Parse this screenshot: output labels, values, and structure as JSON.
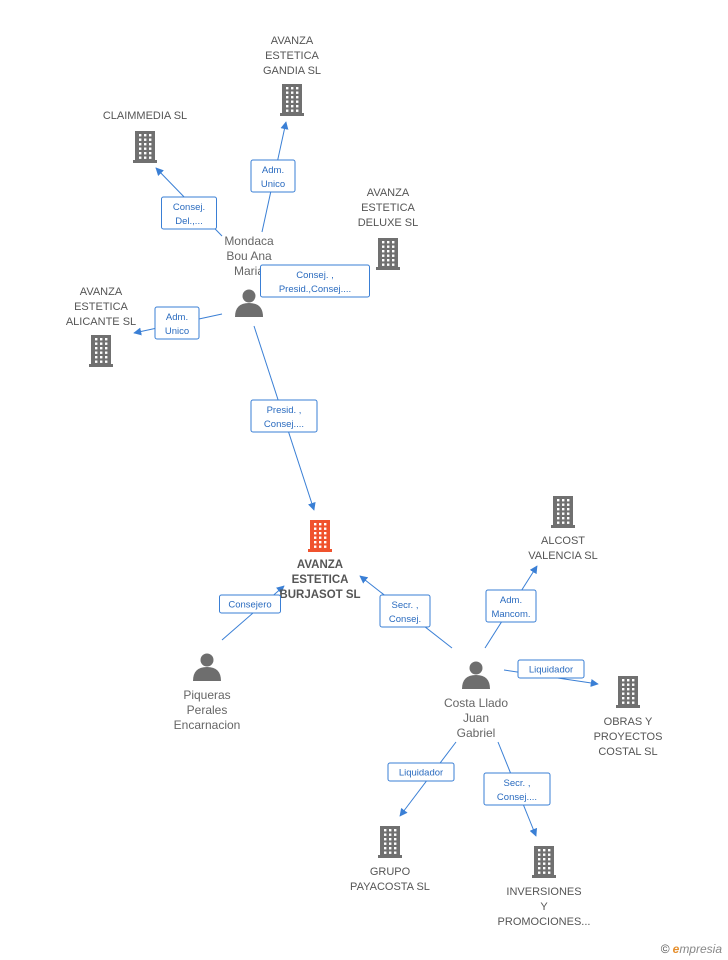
{
  "colors": {
    "edge": "#3a7fd5",
    "company": "#707070",
    "main_company": "#f0522d",
    "person": "#6e6e6e"
  },
  "nodes": [
    {
      "id": "burjasot",
      "kind": "company",
      "main": true,
      "label": [
        "AVANZA",
        "ESTETICA",
        "BURJASOT SL"
      ]
    },
    {
      "id": "gandia",
      "kind": "company",
      "label": [
        "AVANZA",
        "ESTETICA",
        "GANDIA SL"
      ]
    },
    {
      "id": "claimmedia",
      "kind": "company",
      "label": [
        "CLAIMMEDIA SL"
      ]
    },
    {
      "id": "deluxe",
      "kind": "company",
      "label": [
        "AVANZA",
        "ESTETICA",
        "DELUXE SL"
      ]
    },
    {
      "id": "alicante",
      "kind": "company",
      "label": [
        "AVANZA",
        "ESTETICA",
        "ALICANTE SL"
      ]
    },
    {
      "id": "alcost",
      "kind": "company",
      "label": [
        "ALCOST",
        "VALENCIA  SL"
      ]
    },
    {
      "id": "obras",
      "kind": "company",
      "label": [
        "OBRAS Y",
        "PROYECTOS",
        "COSTAL SL"
      ]
    },
    {
      "id": "grupo",
      "kind": "company",
      "label": [
        "GRUPO",
        "PAYACOSTA SL"
      ]
    },
    {
      "id": "inversiones",
      "kind": "company",
      "label": [
        "INVERSIONES",
        "Y",
        "PROMOCIONES..."
      ]
    },
    {
      "id": "mondaca",
      "kind": "person",
      "label": [
        "Mondaca",
        "Bou Ana",
        "Maria"
      ]
    },
    {
      "id": "piqueras",
      "kind": "person",
      "label": [
        "Piqueras",
        "Perales",
        "Encarnacion"
      ]
    },
    {
      "id": "costa",
      "kind": "person",
      "label": [
        "Costa Llado",
        "Juan",
        "Gabriel"
      ]
    }
  ],
  "edges": [
    {
      "from": "mondaca",
      "to": "gandia",
      "label": [
        "Adm.",
        "Unico"
      ]
    },
    {
      "from": "mondaca",
      "to": "claimmedia",
      "label": [
        "Consej.",
        "Del.,..."
      ]
    },
    {
      "from": "mondaca",
      "to": "deluxe",
      "label": [
        "Consej. ,",
        "Presid.,Consej...."
      ]
    },
    {
      "from": "mondaca",
      "to": "alicante",
      "label": [
        "Adm.",
        "Unico"
      ]
    },
    {
      "from": "mondaca",
      "to": "burjasot",
      "label": [
        "Presid. ,",
        "Consej...."
      ]
    },
    {
      "from": "piqueras",
      "to": "burjasot",
      "label": [
        "Consejero"
      ]
    },
    {
      "from": "costa",
      "to": "burjasot",
      "label": [
        "Secr. ,",
        "Consej."
      ]
    },
    {
      "from": "costa",
      "to": "alcost",
      "label": [
        "Adm.",
        "Mancom."
      ]
    },
    {
      "from": "costa",
      "to": "obras",
      "label": [
        "Liquidador"
      ]
    },
    {
      "from": "costa",
      "to": "grupo",
      "label": [
        "Liquidador"
      ]
    },
    {
      "from": "costa",
      "to": "inversiones",
      "label": [
        "Secr. ,",
        "Consej...."
      ]
    }
  ],
  "footer": {
    "copyright_symbol": "©",
    "brand_initial": "e",
    "brand_rest": "mpresia"
  }
}
